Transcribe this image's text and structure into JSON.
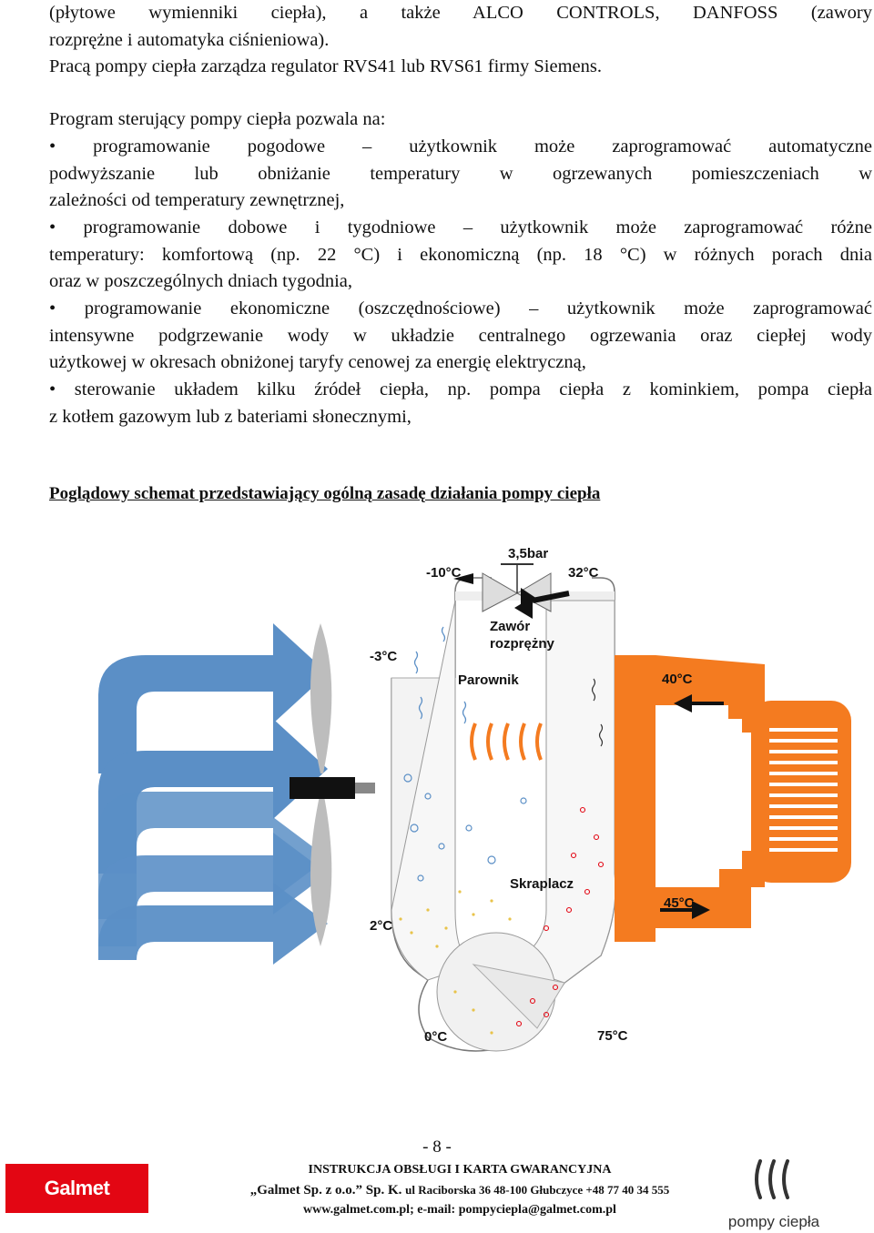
{
  "body": {
    "lines": [
      "(płytowe wymienniki ciepła), a także ALCO CONTROLS, DANFOSS  (zawory",
      "rozprężne i automatyka ciśnieniowa).",
      "Pracą pompy ciepła zarządza regulator RVS41 lub RVS61 firmy Siemens.",
      "Program sterujący pompy ciepła pozwala na:",
      "• programowanie pogodowe – użytkownik może zaprogramować automatyczne",
      "podwyższanie lub obniżanie temperatury w ogrzewanych pomieszczeniach w",
      "zależności od temperatury zewnętrznej,",
      "• programowanie dobowe i tygodniowe – użytkownik może zaprogramować różne",
      "temperatury: komfortową (np. 22 °C) i ekonomiczną (np. 18 °C) w różnych porach dnia",
      "oraz w poszczególnych dniach tygodnia,",
      "• programowanie ekonomiczne (oszczędnościowe) – użytkownik może zaprogramować",
      "intensywne podgrzewanie wody w układzie centralnego ogrzewania oraz ciepłej wody",
      "użytkowej w okresach obniżonej taryfy cenowej za energię elektryczną,",
      "• sterowanie układem kilku źródeł ciepła, np. pompa ciepła z kominkiem, pompa ciepła",
      "z kotłem gazowym lub z bateriami słonecznymi,"
    ]
  },
  "diagram": {
    "heading": "Poglądowy schemat przedstawiający ogólną zasadę działania pompy ciepła",
    "labels": {
      "pressure": "3,5bar",
      "t_minus10": "-10°C",
      "t_32": "32°C",
      "valve_line1": "Zawór",
      "valve_line2": "rozprężny",
      "t_minus3": "-3°C",
      "evaporator": "Parownik",
      "t_40": "40°C",
      "condenser": "Skraplacz",
      "t_45": "45°C",
      "t_2": "2°C",
      "t_0": "0°C",
      "t_75": "75°C"
    },
    "colors": {
      "orange": "#f47b20",
      "blue": "#5b8fc6",
      "red": "#e30613"
    }
  },
  "footer": {
    "page_number": "- 8 -",
    "logo": "Galmet",
    "title": "INSTRUKCJA OBSŁUGI I KARTA GWARANCYJNA",
    "company": "„Galmet Sp. z o.o.” Sp. K.",
    "address": "ul Raciborska 36 48-100 Głubczyce +48 77 40 34 555",
    "contact": "www.galmet.com.pl; e-mail: pompyciepla@galmet.com.pl",
    "brand": "pompy ciepła"
  }
}
